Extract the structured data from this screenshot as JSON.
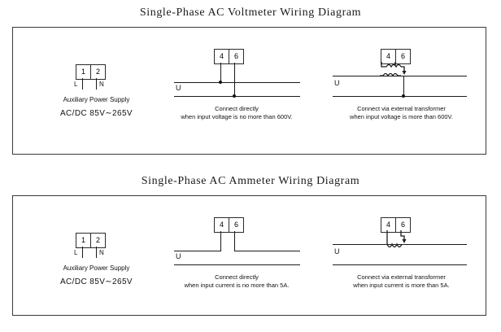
{
  "sections": [
    {
      "id": "voltmeter",
      "title": "Single-Phase AC Voltmeter Wiring Diagram",
      "power": {
        "terminals": [
          "1",
          "2"
        ],
        "pin_labels": [
          "L",
          "N"
        ],
        "supply_label": "Auxiliary Power Supply",
        "supply_range": "AC/DC  85V∼265V"
      },
      "direct": {
        "terminals": [
          "4",
          "6"
        ],
        "line_label": "U",
        "caption_line1": "Connect directly",
        "caption_line2": "when input voltage is no more than 600V."
      },
      "transformer": {
        "terminals": [
          "4",
          "6"
        ],
        "line_label": "U",
        "caption_line1": "Connect via  external transformer",
        "caption_line2": "when input voltage is more than 600V."
      }
    },
    {
      "id": "ammeter",
      "title": "Single-Phase AC Ammeter Wiring Diagram",
      "power": {
        "terminals": [
          "1",
          "2"
        ],
        "pin_labels": [
          "L",
          "N"
        ],
        "supply_label": "Auxiliary Power Supply",
        "supply_range": "AC/DC  85V∼265V"
      },
      "direct": {
        "terminals": [
          "4",
          "6"
        ],
        "line_label": "U",
        "caption_line1": "Connect directly",
        "caption_line2": "when input current is no more than 5A."
      },
      "transformer": {
        "terminals": [
          "4",
          "6"
        ],
        "line_label": "U",
        "caption_line1": "Connect via external transformer",
        "caption_line2": "when input current is more than 5A."
      }
    }
  ],
  "colors": {
    "ink": "#111111",
    "frame": "#3a3a3a",
    "background": "#ffffff"
  }
}
